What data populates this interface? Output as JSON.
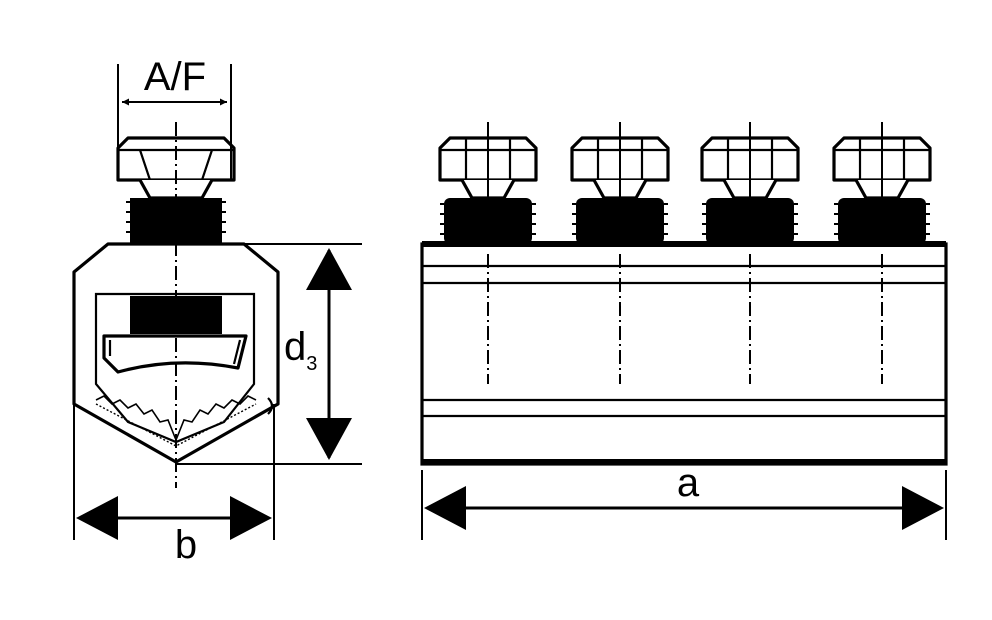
{
  "labels": {
    "across_flats": "A/F",
    "height_d": "d",
    "height_sub": "3",
    "width": "b",
    "length": "a"
  },
  "bolt_count": 4
}
